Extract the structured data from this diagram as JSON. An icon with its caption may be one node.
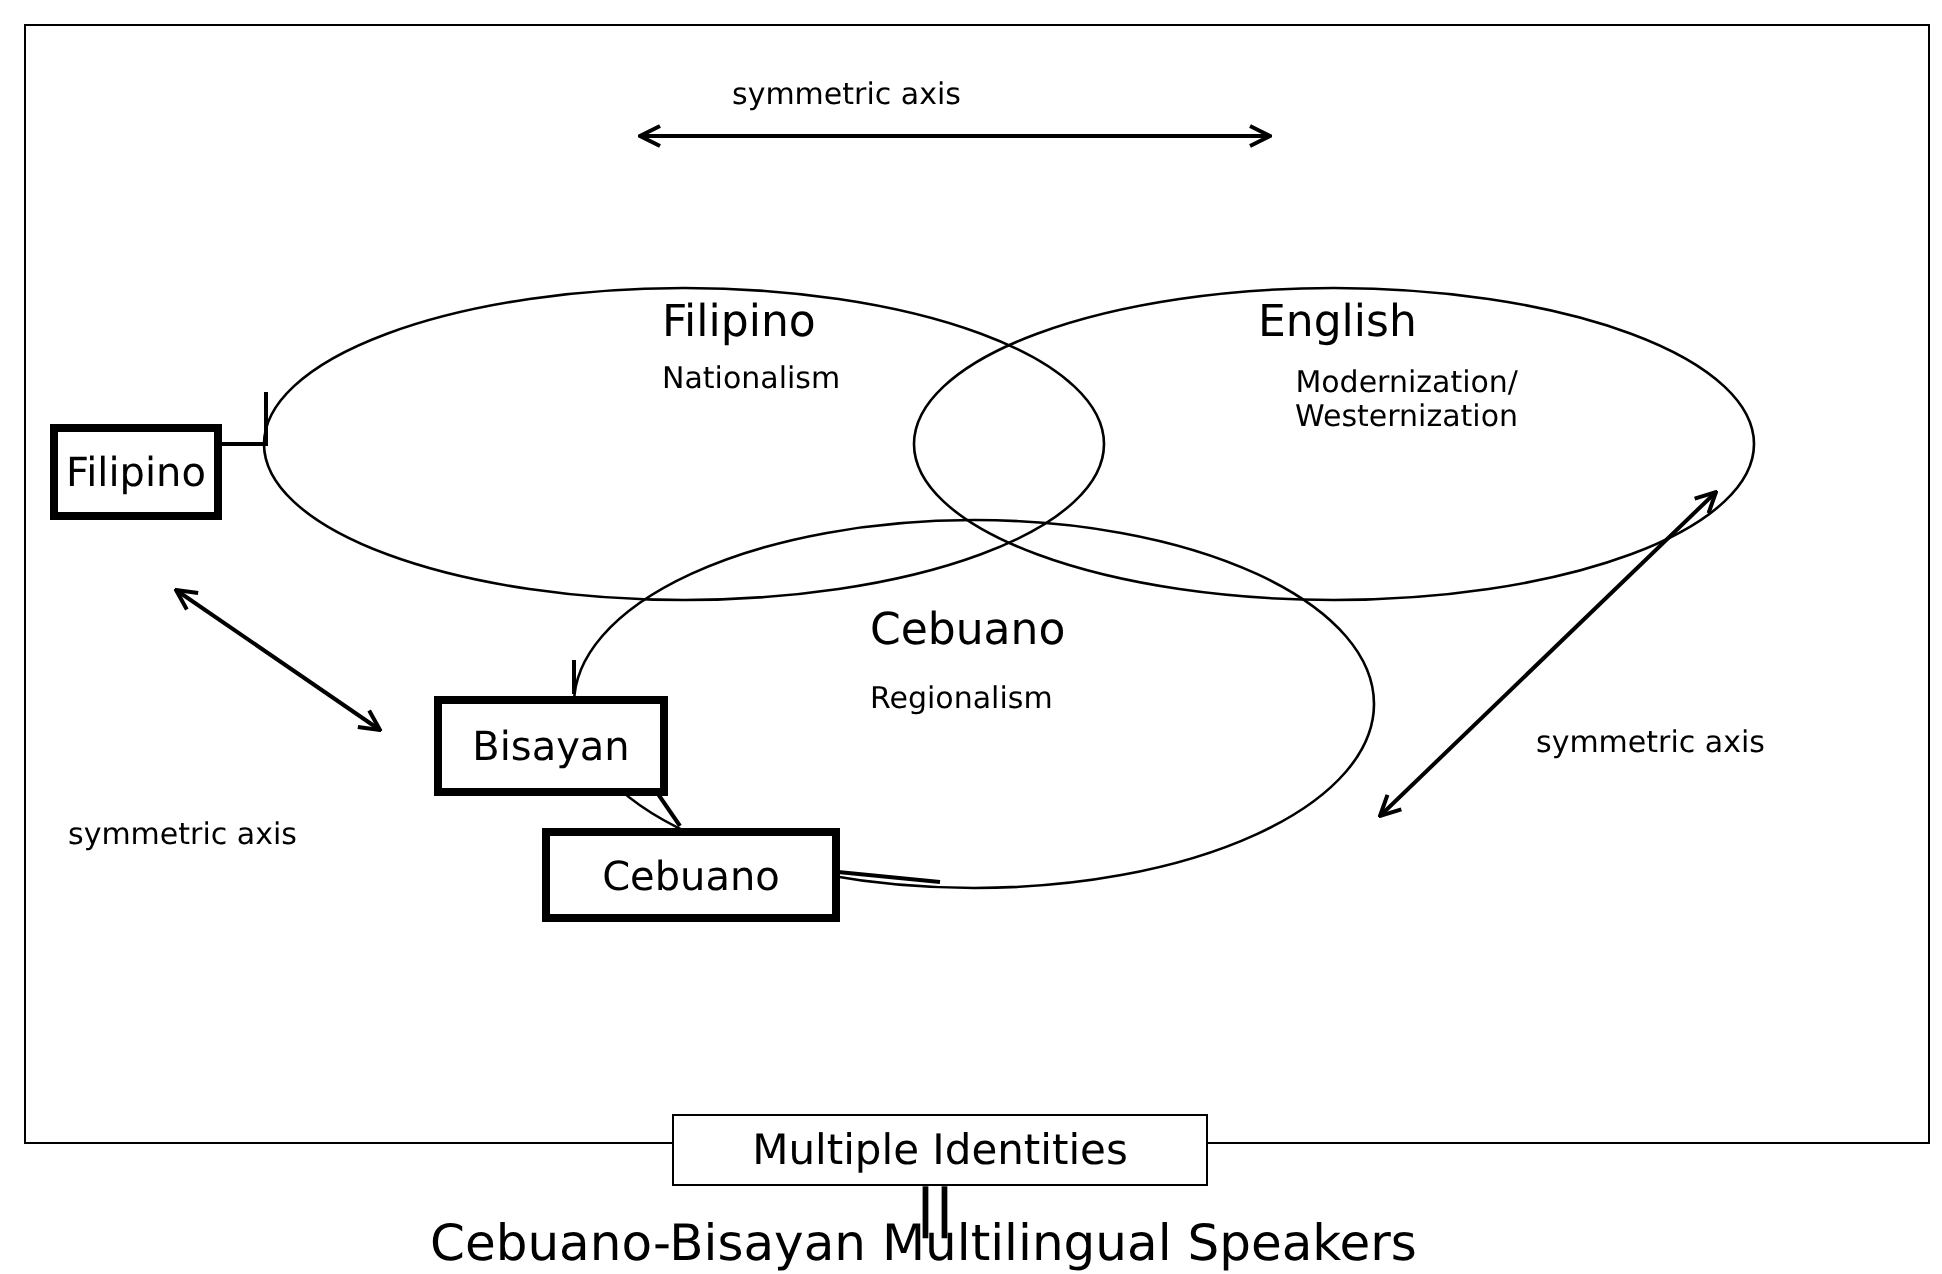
{
  "diagram": {
    "nodes": [
      {
        "text": [],
        "shape": "box"
      },
      {
        "text": [
          "Multiple Identities"
        ]
      },
      {
        "text": [
          "Filipino",
          "Nationalism"
        ],
        "in": 0
      },
      {
        "text": [
          "English",
          "Modernization/ Westernization"
        ],
        "in": 0
      },
      {
        "text": [
          "Cebuano",
          "Regionalism"
        ],
        "in": 0
      },
      {
        "text": [
          "Filipino"
        ],
        "in": 0
      },
      {
        "text": [
          "Bisayan"
        ],
        "in": 0
      },
      {
        "text": [
          "Cebuano"
        ],
        "in": 0
      }
    ],
    "edges": [
      {
        "from": 5,
        "to": 2,
        "arrow": "none"
      },
      {
        "from": 6,
        "to": 4,
        "arrow": "none"
      },
      {
        "from": 7,
        "to": 4,
        "arrow": "none"
      },
      {
        "from": 6,
        "to": 7,
        "arrow": "none"
      },
      {
        "from": 2,
        "to": 3,
        "arrow": "both",
        "label": "symmetric axis"
      },
      {
        "from": 5,
        "to": 6,
        "arrow": "both",
        "label": "symmetric axis"
      },
      {
        "from": 3,
        "to": 4,
        "arrow": "both",
        "label": "symmetric axis"
      }
    ],
    "labels": [
      "||",
      "Cebuano-Bisayan Multilingual Speakers"
    ]
  }
}
